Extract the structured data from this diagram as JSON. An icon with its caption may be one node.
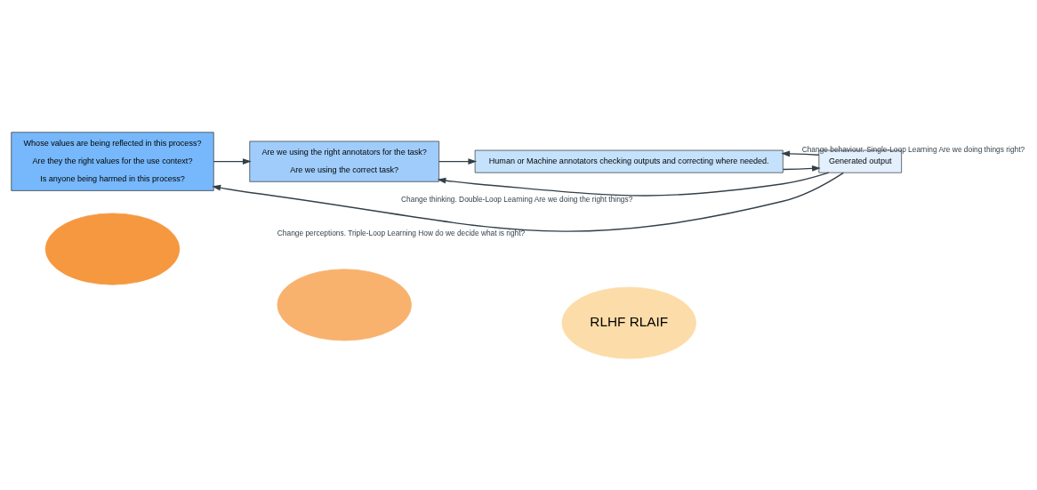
{
  "diagram": {
    "nodes": [
      {
        "text": [],
        "shape": "ellipse"
      },
      {
        "text": [],
        "shape": "ellipse"
      },
      {
        "text": [
          "RLHF RLAIF"
        ]
      },
      {
        "text": [
          "Whose values are being reflected in this process?",
          "Are they the right values for the use context?",
          "Is anyone being harmed in this process?"
        ]
      },
      {
        "text": [
          "Are we using the right annotators for the task?",
          "Are we using the correct task?"
        ]
      },
      {
        "text": [
          "Human or Machine annotators checking outputs and correcting where needed."
        ]
      },
      {
        "text": [
          "Generated output"
        ]
      }
    ],
    "edges": [
      {
        "from": 3,
        "to": 4,
        "arrow": "to"
      },
      {
        "from": 4,
        "to": 5,
        "arrow": "to"
      },
      {
        "from": 5,
        "to": 6,
        "arrow": "to"
      },
      {
        "from": 6,
        "to": 5,
        "arrow": "to",
        "label": "Change behaviour. Single-Loop Learning Are we doing things right?"
      },
      {
        "from": 6,
        "to": 4,
        "arrow": "to",
        "label": "Change thinking. Double-Loop Learning Are we doing the right things?"
      },
      {
        "from": 6,
        "to": 3,
        "arrow": "to",
        "label": "Change perceptions. Triple-Loop Learning How do we decide what is right?"
      }
    ]
  }
}
